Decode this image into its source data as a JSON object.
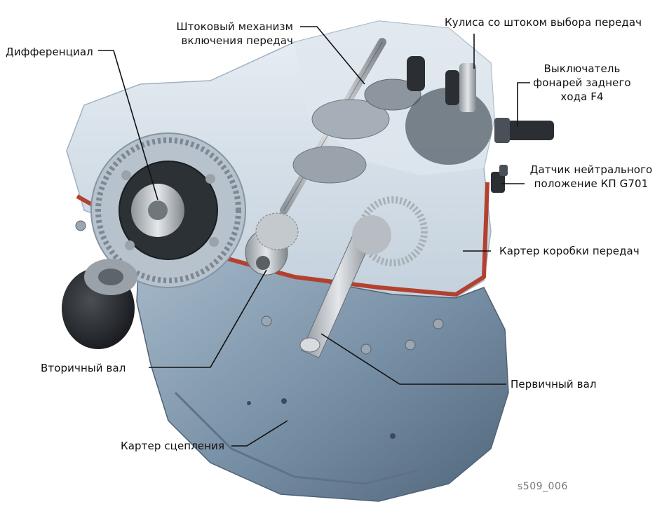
{
  "labels": {
    "shift_mechanism": "Штоковый механизм\nвключения передач",
    "gate_rod": "Кулиса со штоком выбора передач",
    "differential": "Дифференциал",
    "reverse_switch": "Выключатель\nфонарей заднего\nхода F4",
    "neutral_sensor": "Датчик нейтрального\nположение КП G701",
    "gearbox_housing": "Картер коробки передач",
    "output_shaft": "Вторичный вал",
    "input_shaft": "Первичный вал",
    "clutch_housing": "Картер сцепления"
  },
  "figure_id": "s509_006",
  "colors": {
    "housing_blue": "#7d93a8",
    "housing_light": "#c9d6e2",
    "housing_dark": "#4f6276",
    "seal_red": "#b3412f",
    "metal": "#b8bcc0",
    "dark_part": "#2b2f33",
    "leader_line": "#111111"
  }
}
